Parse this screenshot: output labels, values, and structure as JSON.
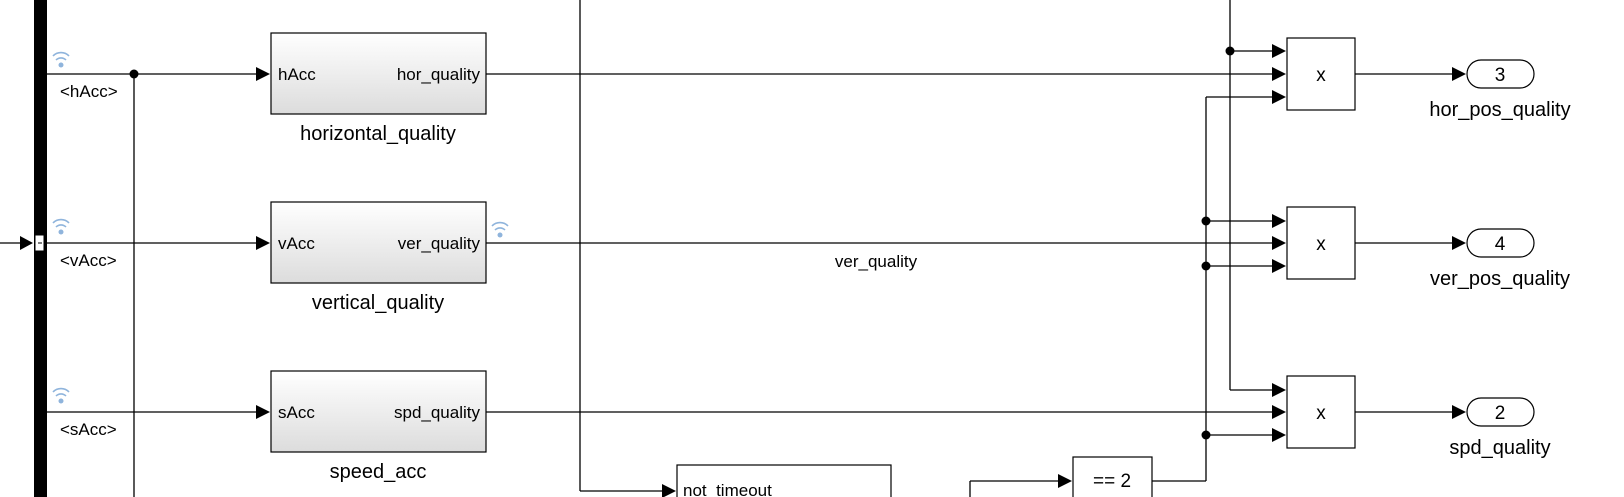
{
  "bus_signals": [
    "<hAcc>",
    "<vAcc>",
    "<sAcc>"
  ],
  "subsystems": [
    {
      "input": "hAcc",
      "output": "hor_quality",
      "name": "horizontal_quality"
    },
    {
      "input": "vAcc",
      "output": "ver_quality",
      "name": "vertical_quality"
    },
    {
      "input": "sAcc",
      "output": "spd_quality",
      "name": "speed_acc"
    }
  ],
  "product_blocks": [
    "x",
    "x",
    "x"
  ],
  "outports": [
    {
      "number": "3",
      "name": "hor_pos_quality"
    },
    {
      "number": "4",
      "name": "ver_pos_quality"
    },
    {
      "number": "2",
      "name": "spd_quality"
    }
  ],
  "signal_label": "ver_quality",
  "compare_block": "== 2",
  "timeout_block_port": "not_timeout",
  "colors": {
    "line": "#000000",
    "logging_icon": "#8fb4dc",
    "block_top": "#ffffff",
    "block_bottom": "#dcdcdc"
  }
}
